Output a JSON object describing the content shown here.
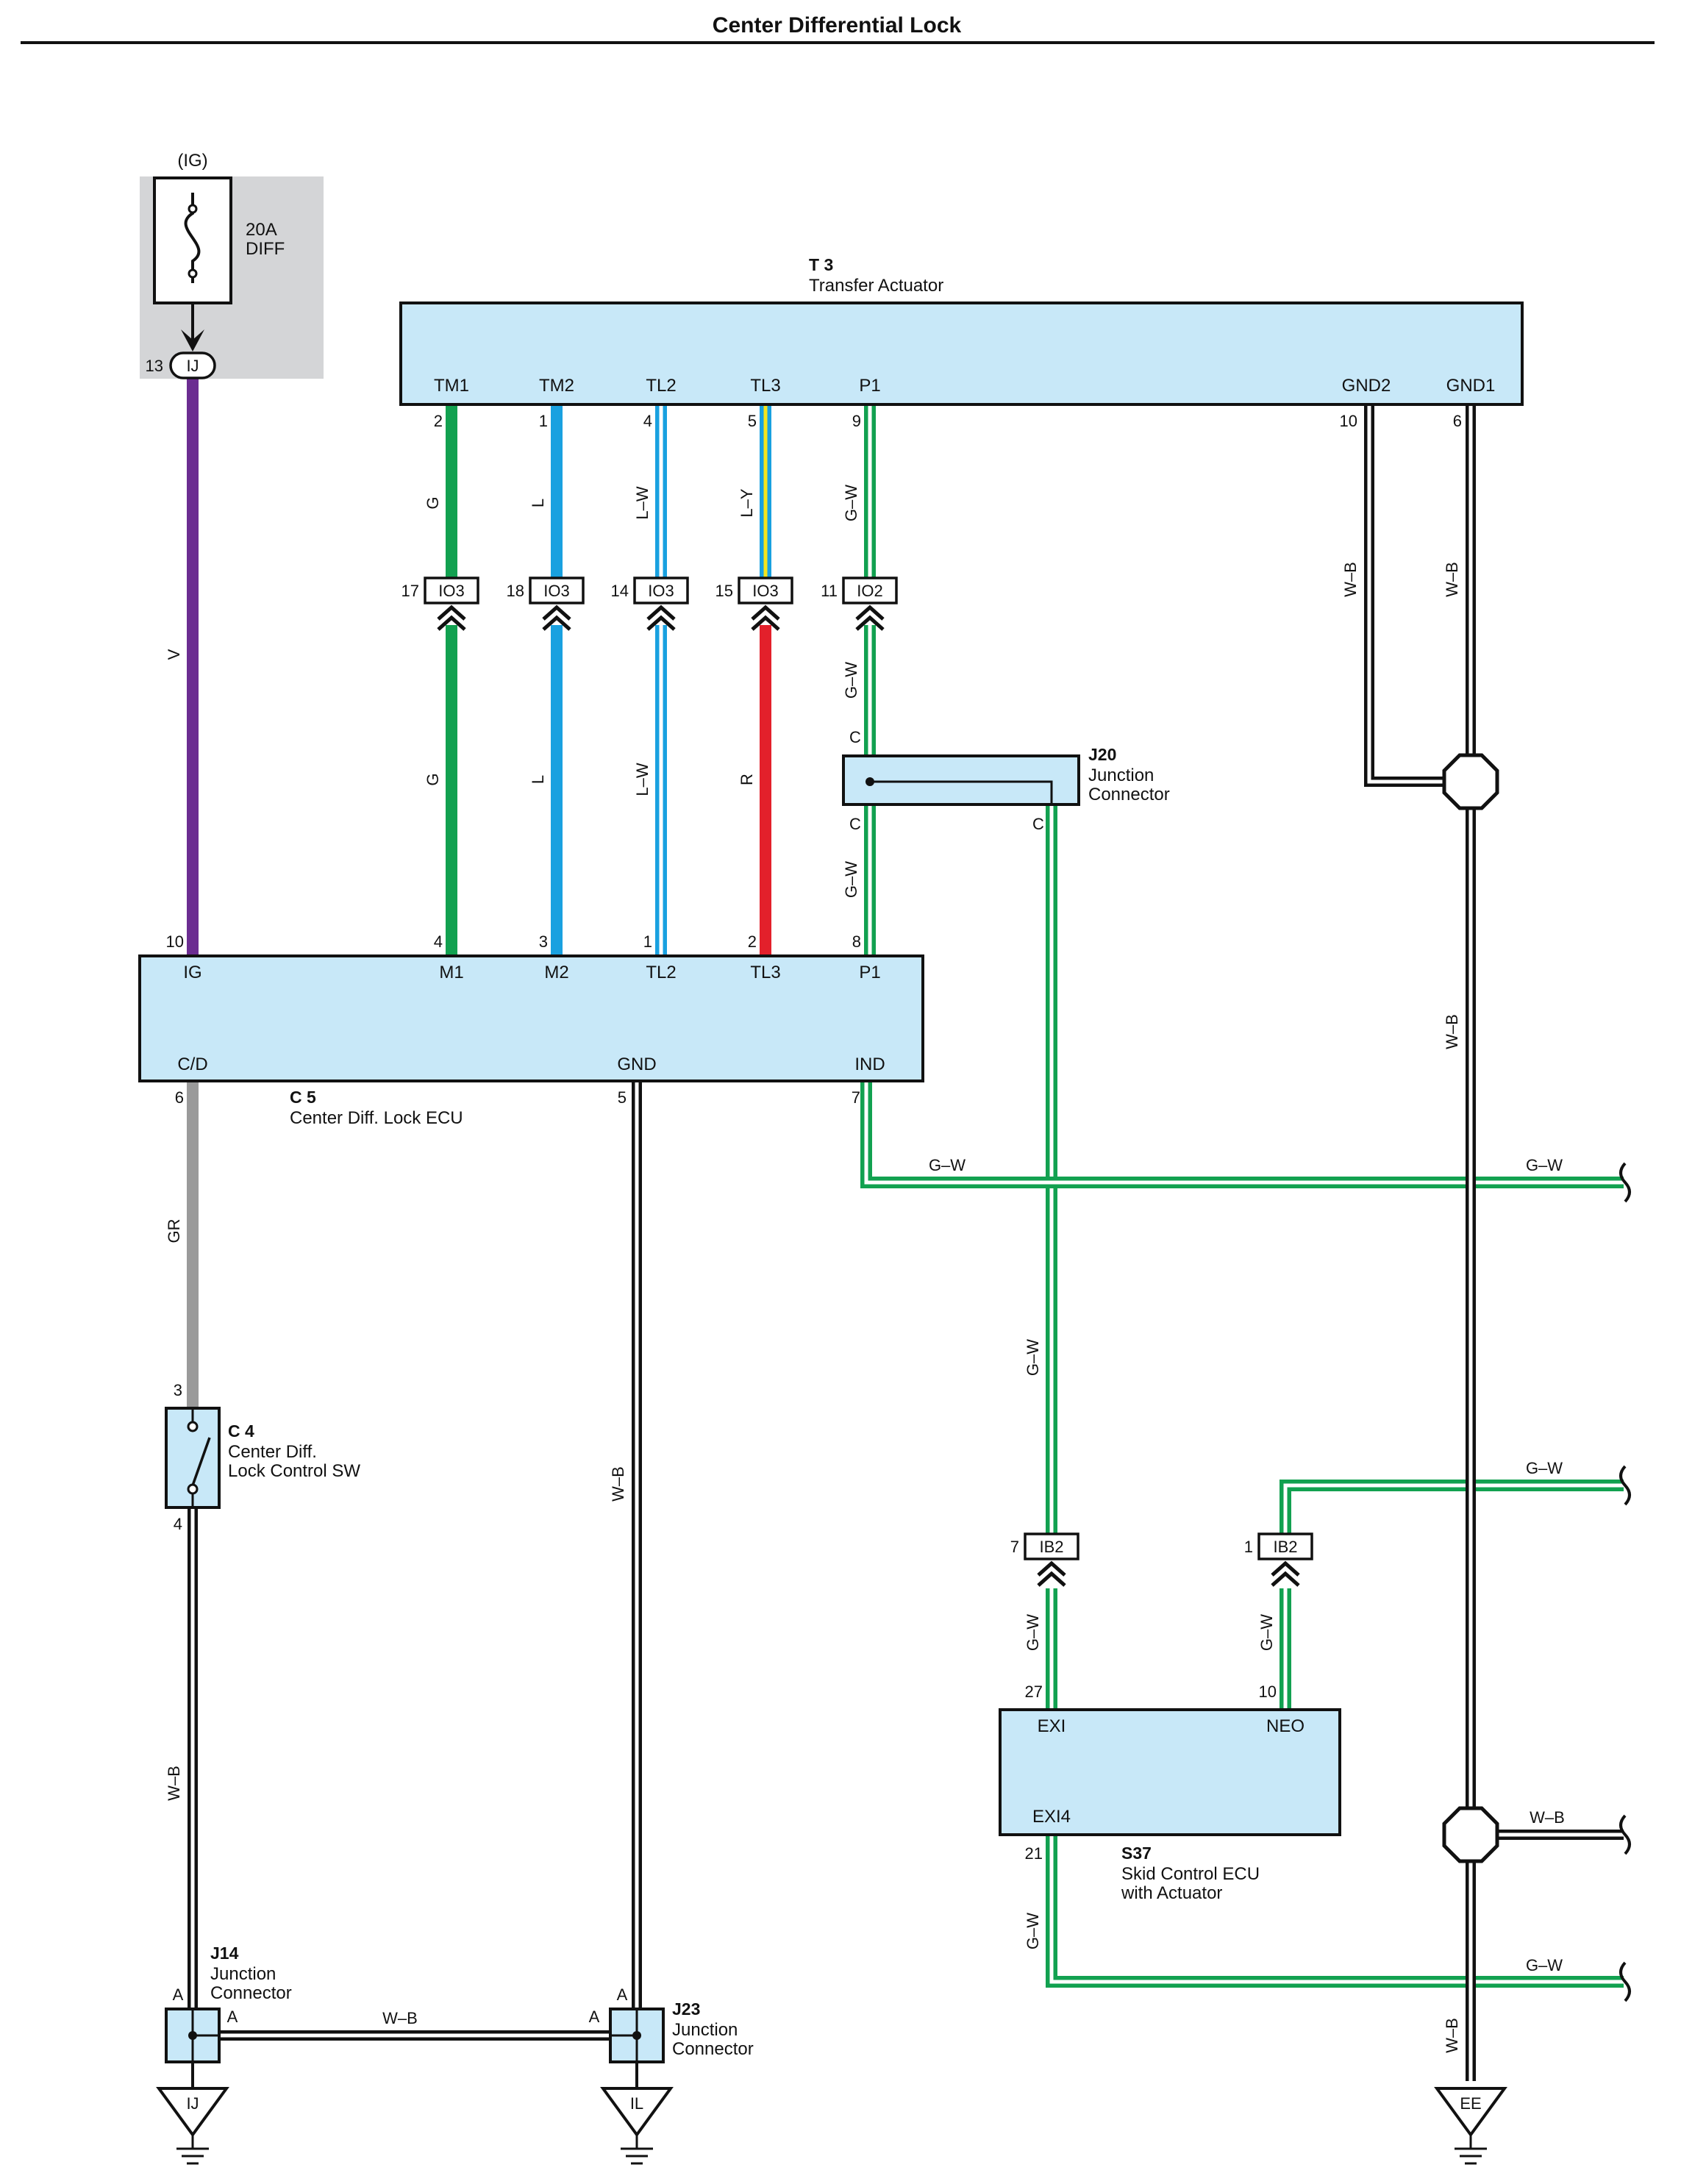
{
  "title": "Center Differential Lock",
  "colors": {
    "V": "#6b2d91",
    "G": "#12a150",
    "L": "#19a1e0",
    "R": "#e3202b",
    "GR": "#9a9a9a",
    "W": "#ffffff",
    "Y": "#f5e51c",
    "B": "#111111",
    "component_fill": "#c8e8f8",
    "fuse_shade": "#d4d5d7"
  },
  "fuse": {
    "source": "(IG)",
    "rating": "20A",
    "name": "DIFF",
    "pin": "13",
    "connector": "IJ"
  },
  "components": {
    "t3": {
      "code": "T 3",
      "name": "Transfer Actuator",
      "pins": [
        {
          "label": "TM1",
          "num": "2"
        },
        {
          "label": "TM2",
          "num": "1"
        },
        {
          "label": "TL2",
          "num": "4"
        },
        {
          "label": "TL3",
          "num": "5"
        },
        {
          "label": "P1",
          "num": "9"
        },
        {
          "label": "GND2",
          "num": "10"
        },
        {
          "label": "GND1",
          "num": "6"
        }
      ]
    },
    "c5": {
      "code": "C 5",
      "name": "Center Diff.  Lock ECU",
      "top_pins": [
        {
          "label": "IG",
          "num": "10"
        },
        {
          "label": "M1",
          "num": "4"
        },
        {
          "label": "M2",
          "num": "3"
        },
        {
          "label": "TL2",
          "num": "1"
        },
        {
          "label": "TL3",
          "num": "2"
        },
        {
          "label": "P1",
          "num": "8"
        }
      ],
      "bottom_pins": [
        {
          "label": "C/D",
          "num": "6"
        },
        {
          "label": "GND",
          "num": "5"
        },
        {
          "label": "IND",
          "num": "7"
        }
      ]
    },
    "c4": {
      "code": "C 4",
      "name_line1": "Center Diff.",
      "name_line2": "Lock Control SW",
      "pin_top": "3",
      "pin_bottom": "4"
    },
    "j20": {
      "code": "J20",
      "name_line1": "Junction",
      "name_line2": "Connector",
      "pin": "C"
    },
    "s37": {
      "code": "S37",
      "name_line1": "Skid Control ECU",
      "name_line2": "with Actuator",
      "pins": [
        {
          "label": "EXI",
          "num": "27"
        },
        {
          "label": "NEO",
          "num": "10"
        },
        {
          "label": "EXI4",
          "num": "21"
        }
      ]
    },
    "j14": {
      "code": "J14",
      "name_line1": "Junction",
      "name_line2": "Connector",
      "pin": "A"
    },
    "j23": {
      "code": "J23",
      "name_line1": "Junction",
      "name_line2": "Connector",
      "pin": "A"
    }
  },
  "connectors": [
    {
      "pin": "17",
      "name": "IO3"
    },
    {
      "pin": "18",
      "name": "IO3"
    },
    {
      "pin": "14",
      "name": "IO3"
    },
    {
      "pin": "15",
      "name": "IO3"
    },
    {
      "pin": "11",
      "name": "IO2"
    },
    {
      "pin": "7",
      "name": "IB2"
    },
    {
      "pin": "1",
      "name": "IB2"
    }
  ],
  "wire_labels": {
    "v": "V",
    "g": "G",
    "l": "L",
    "lw": "L–W",
    "ly": "L–Y",
    "r": "R",
    "gw": "G–W",
    "wb": "W–B",
    "gr": "GR"
  },
  "grounds": [
    {
      "name": "IJ"
    },
    {
      "name": "IL"
    },
    {
      "name": "EE"
    }
  ]
}
